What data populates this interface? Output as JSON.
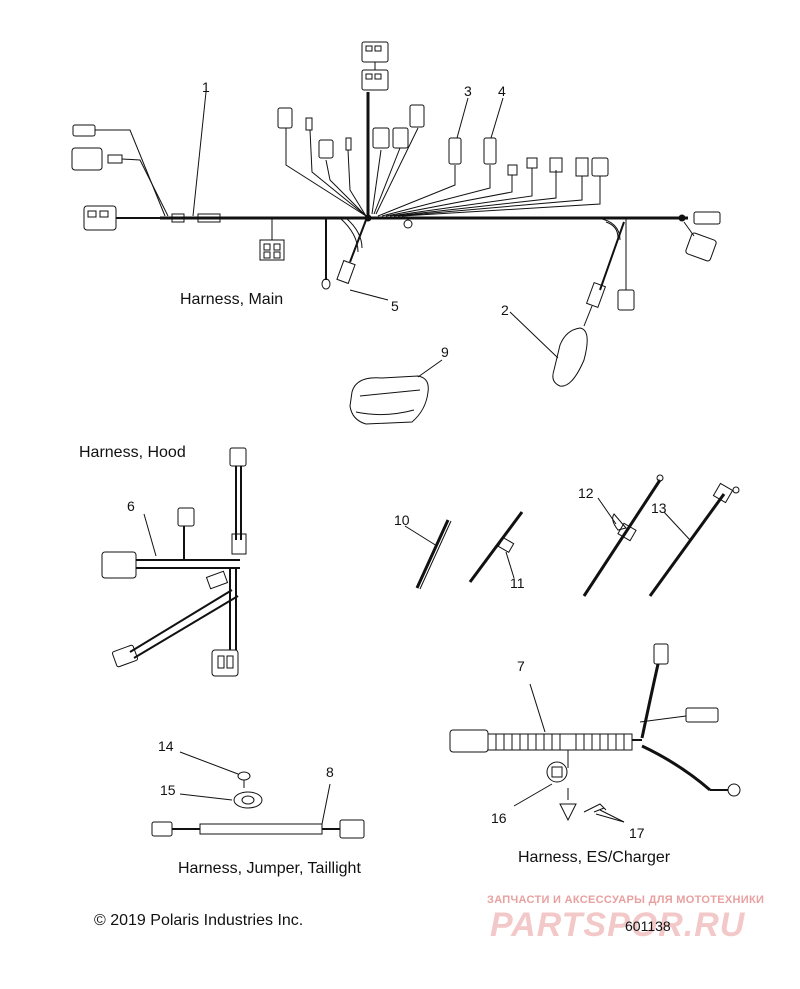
{
  "captions": {
    "harness_main": "Harness, Main",
    "harness_hood": "Harness, Hood",
    "harness_jumper_taillight": "Harness, Jumper, Taillight",
    "harness_es_charger": "Harness, ES/Charger"
  },
  "callouts": [
    "1",
    "2",
    "3",
    "4",
    "5",
    "6",
    "7",
    "8",
    "9",
    "10",
    "11",
    "12",
    "13",
    "14",
    "15",
    "16",
    "17"
  ],
  "copyright": "© 2019 Polaris Industries Inc.",
  "drawing_number": "601138",
  "watermark": {
    "tagline": "ЗАПЧАСТИ И АКСЕССУАРЫ ДЛЯ МОТОТЕХНИКИ",
    "logo_text": "PARTSPOR.RU"
  },
  "colors": {
    "line": "#111111",
    "watermark": "#e06060"
  }
}
